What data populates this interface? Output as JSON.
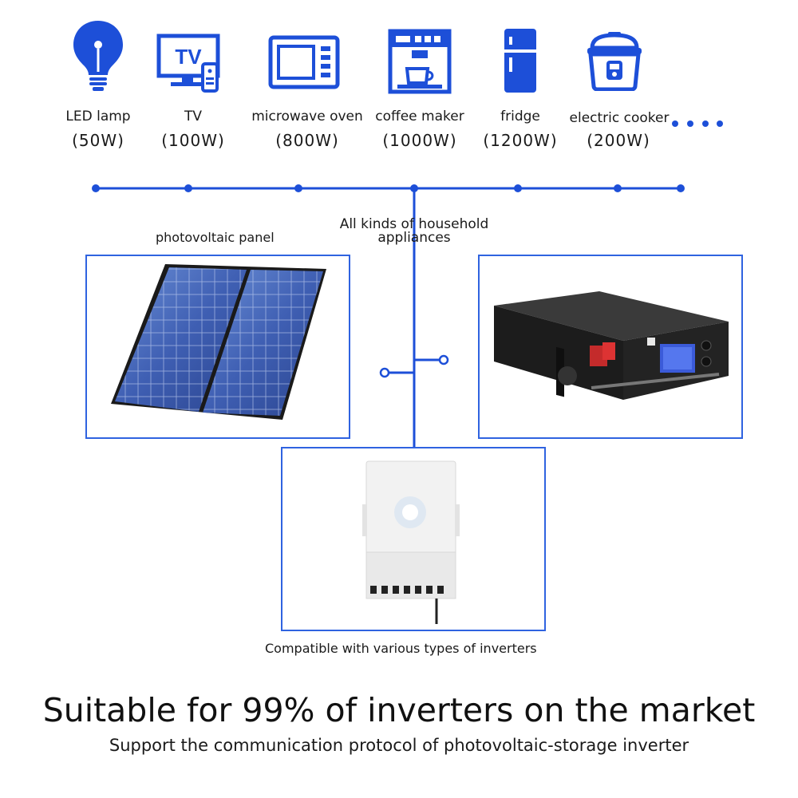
{
  "appliances": [
    {
      "name": "LED lamp",
      "power": "(50W)",
      "icon": "lightbulb-icon"
    },
    {
      "name": "TV",
      "power": "(100W)",
      "icon": "tv-icon",
      "icon_text": "TV"
    },
    {
      "name": "microwave oven",
      "power": "(800W)",
      "icon": "microwave-icon"
    },
    {
      "name": "coffee maker",
      "power": "(1000W)",
      "icon": "coffee-maker-icon"
    },
    {
      "name": "fridge",
      "power": "(1200W)",
      "icon": "fridge-icon"
    },
    {
      "name": "electric cooker",
      "power": "(200W)",
      "icon": "rice-cooker-icon"
    }
  ],
  "hub_label": "All kinds of household appliances",
  "pv_label": "photovoltaic panel",
  "inverter_label": "Compatible with various types of inverters",
  "headline": "Suitable for 99% of inverters on the market",
  "subline": "Support the communication protocol of photovoltaic-storage inverter",
  "colors": {
    "accent": "#1d4fd8",
    "frame": "#2f63e0"
  }
}
